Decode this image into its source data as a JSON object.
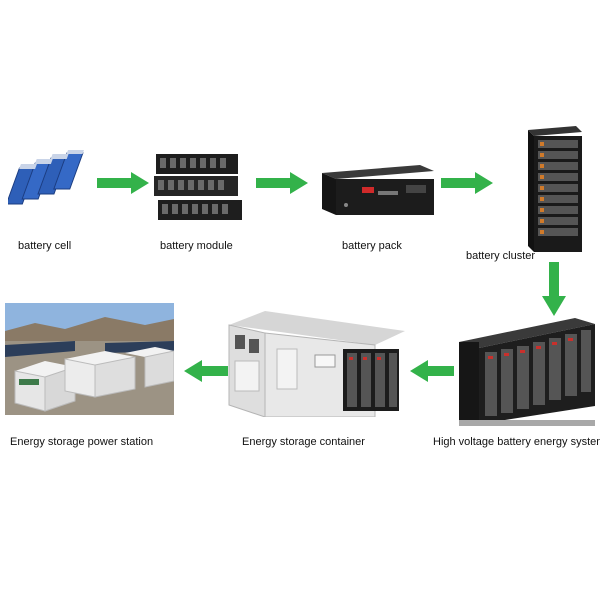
{
  "colors": {
    "arrow": "#33b24a",
    "battery_blue": "#2e5fb8",
    "dark_unit": "#1c1c1c",
    "container_white": "#e8e8e8"
  },
  "stages": [
    {
      "id": "cell",
      "label": "battery cell",
      "icon": "battery-cell-icon"
    },
    {
      "id": "module",
      "label": "battery module",
      "icon": "battery-module-icon"
    },
    {
      "id": "pack",
      "label": "battery pack",
      "icon": "battery-pack-icon"
    },
    {
      "id": "cluster",
      "label": "battery cluster",
      "icon": "battery-cluster-icon"
    },
    {
      "id": "hv_system",
      "label": "High voltage battery energy system",
      "icon": "hv-battery-system-icon"
    },
    {
      "id": "container",
      "label": "Energy storage container",
      "icon": "energy-container-icon"
    },
    {
      "id": "station",
      "label": "Energy storage power station",
      "icon": "power-station-icon"
    }
  ]
}
